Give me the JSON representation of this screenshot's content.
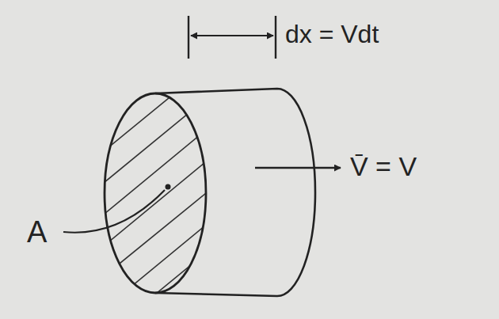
{
  "diagram": {
    "labels": [
      "dx = Vdt",
      "V̄ = V",
      "A"
    ]
  }
}
